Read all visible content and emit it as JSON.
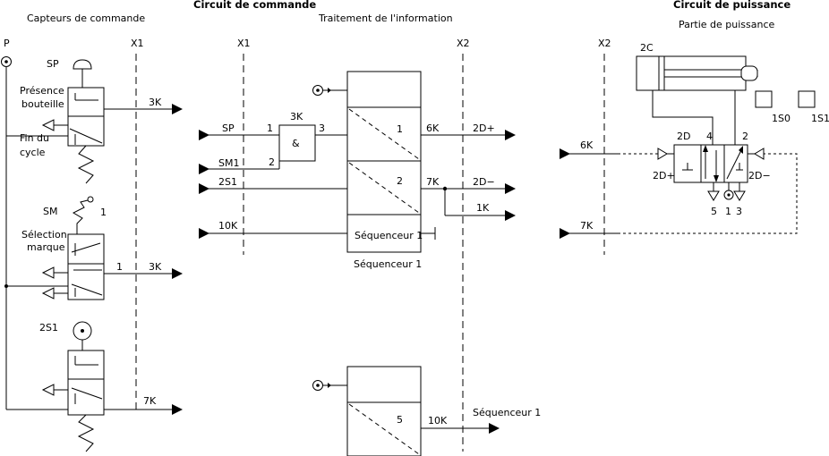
{
  "headers": {
    "capteurs": "Capteurs de commande",
    "commande": "Circuit de commande",
    "traitement": "Traitement de l'information",
    "puissance": "Circuit de puissance",
    "partie": "Partie de puissance"
  },
  "axes": {
    "p": "P",
    "x1a": "X1",
    "x1b": "X1",
    "x2a": "X2",
    "x2b": "X2"
  },
  "sensors": {
    "sp": {
      "name": "SP",
      "text1": "Présence",
      "text2": "bouteille",
      "text3": "Fin du",
      "text4": "cycle",
      "out": "3K"
    },
    "sm": {
      "name": "SM",
      "port": "1",
      "text1": "Sélection",
      "text2": "marque",
      "in": "1",
      "out": "3K"
    },
    "s2s1": {
      "name": "2S1",
      "out": "7K"
    }
  },
  "logic": {
    "in_sp": "SP",
    "in_sm1": "SM1",
    "in_2s1": "2S1",
    "in_10k": "10K",
    "and_name": "3K",
    "and_sym": "&",
    "pin1": "1",
    "pin2": "2",
    "pin3": "3"
  },
  "sequencer": {
    "step1": "1",
    "step2": "2",
    "out1": "6K",
    "out2": "7K",
    "sig1": "2D+",
    "sig2": "2D−",
    "sig3": "1K",
    "label_inside": "Séquenceur 1",
    "label_below": "Séquenceur 1"
  },
  "sequencer2": {
    "step": "5",
    "out": "10K",
    "label": "Séquenceur 1"
  },
  "power": {
    "cylinder": "2C",
    "s0": "1S0",
    "s1": "1S1",
    "valve": "2D",
    "port4": "4",
    "port2": "2",
    "port5": "5",
    "port1": "1",
    "port3": "3",
    "pilot_plus": "2D+",
    "pilot_minus": "2D−",
    "in6k": "6K",
    "in7k": "7K"
  }
}
